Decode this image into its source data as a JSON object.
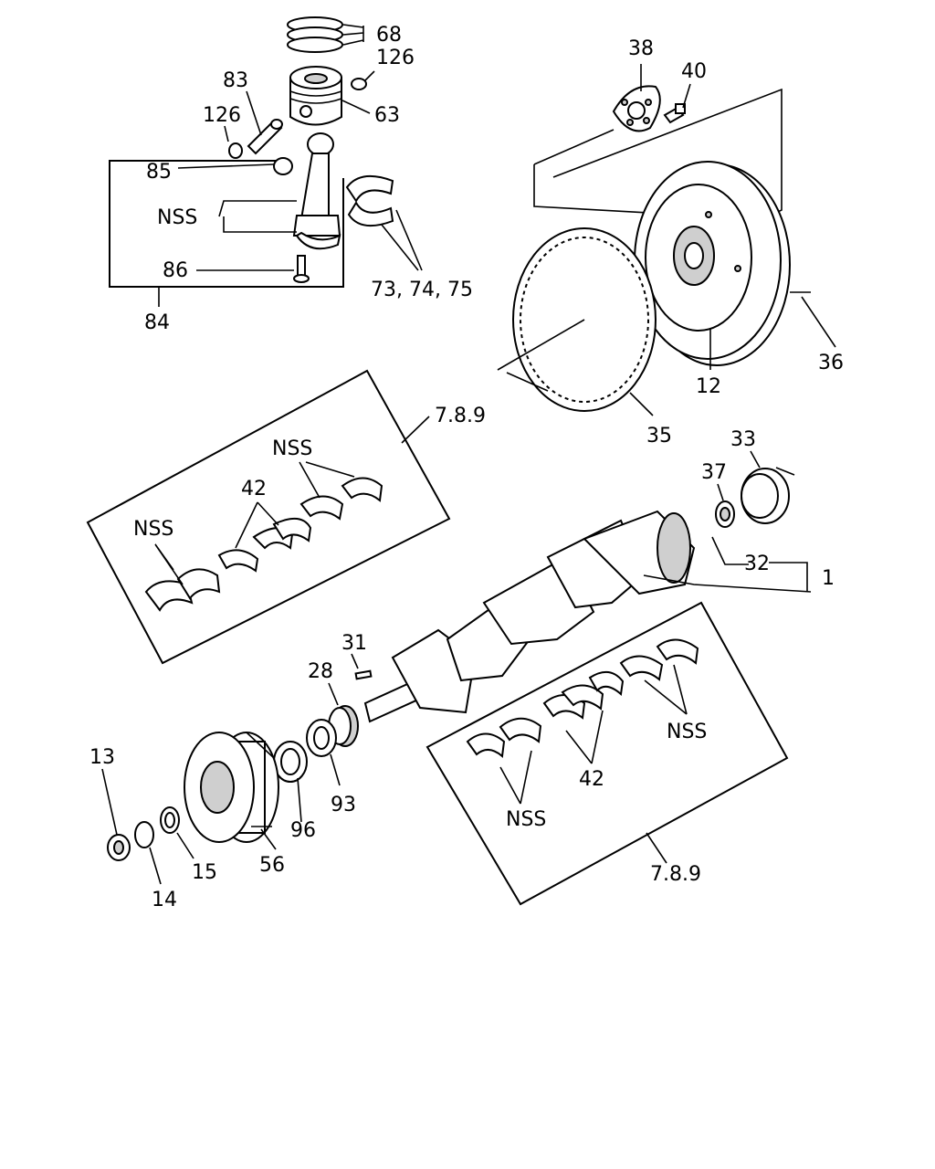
{
  "labels": {
    "l68": "68",
    "l126a": "126",
    "l83": "83",
    "l63": "63",
    "l126b": "126",
    "l85": "85",
    "nss_rod": "NSS",
    "l86": "86",
    "l84": "84",
    "l73_75": "73, 74, 75",
    "l38": "38",
    "l40": "40",
    "l36": "36",
    "l12": "12",
    "l35": "35",
    "l789_upper": "7.8.9",
    "nss_up1": "NSS",
    "l42_up": "42",
    "nss_up2": "NSS",
    "l33": "33",
    "l37": "37",
    "l32": "32",
    "l1": "1",
    "l31": "31",
    "l28": "28",
    "l13": "13",
    "l93": "93",
    "l96": "96",
    "l15": "15",
    "l14": "14",
    "l56": "56",
    "nss_lo1": "NSS",
    "l42_lo": "42",
    "nss_lo2": "NSS",
    "l789_lower": "7.8.9"
  },
  "icons": {
    "piston": "piston-icon",
    "rings": "piston-rings-icon",
    "connecting_rod": "connecting-rod-icon",
    "flywheel": "flywheel-icon",
    "ring_gear": "ring-gear-icon",
    "crankshaft": "crankshaft-icon",
    "pulley": "crankshaft-pulley-icon",
    "bearing": "bearing-shell-icon"
  }
}
